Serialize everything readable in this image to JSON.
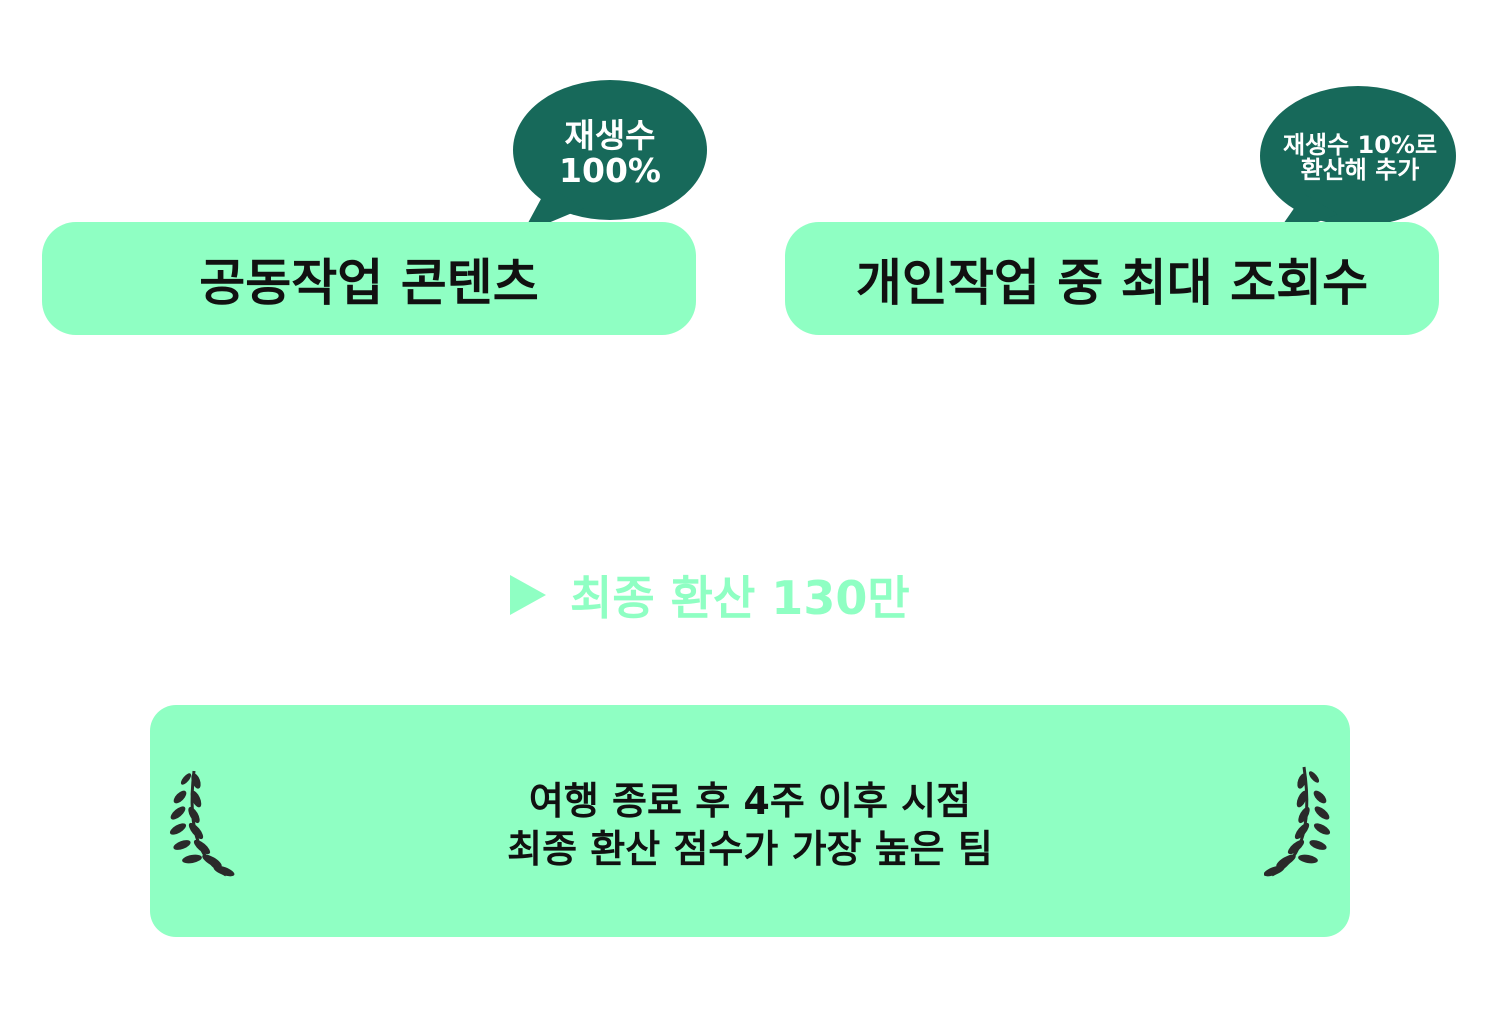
{
  "cards": [
    {
      "label": "공동작업 콘텐츠",
      "bubble_lines": [
        "재생수",
        "100%"
      ]
    },
    {
      "label": "개인작업 중 최대 조회수",
      "bubble_lines": [
        "재생수 10%로",
        "환산해 추가"
      ]
    }
  ],
  "result": {
    "text": "최종 환산 130만"
  },
  "winner": {
    "lines": [
      "여행 종료 후 4주 이후 시점",
      "최종 환산 점수가 가장 높은 팀"
    ]
  },
  "icons": {
    "arrow": "play-triangle-icon",
    "laurel": "laurel-branch-icon"
  },
  "colors": {
    "mint": "#8fffc3",
    "dark_green": "#17695a",
    "text": "#111111"
  }
}
